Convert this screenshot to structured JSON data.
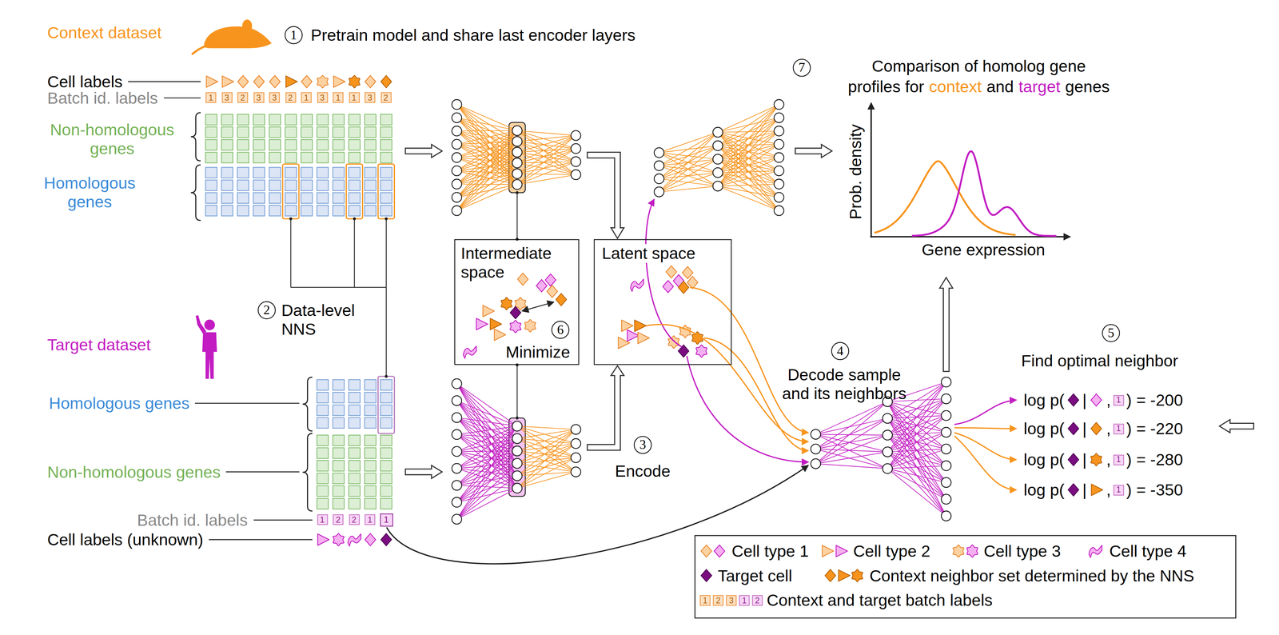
{
  "diagram": {
    "nodes": [
      {
        "text": [
          "1"
        ]
      },
      {
        "text": [
          "1"
        ]
      },
      {
        "text": [
          "3"
        ]
      },
      {
        "text": [
          "2"
        ]
      },
      {
        "text": [
          "3"
        ]
      },
      {
        "text": [
          "3"
        ]
      },
      {
        "text": [
          "2"
        ]
      },
      {
        "text": [
          "1"
        ]
      },
      {
        "text": [
          "3"
        ]
      },
      {
        "text": [
          "1"
        ]
      },
      {
        "text": [
          "1"
        ]
      },
      {
        "text": [
          "3"
        ]
      },
      {
        "text": [
          "2"
        ]
      },
      {
        "text": [
          "7"
        ]
      },
      {
        "text": [
          "Intermediate space",
          "Minimize"
        ]
      },
      {
        "text": [
          "6"
        ],
        "in": 14
      },
      {
        "text": [
          "Latent space"
        ]
      },
      {
        "text": [
          "2"
        ]
      },
      {
        "text": [
          "4"
        ]
      },
      {
        "text": [
          "5"
        ]
      },
      {
        "text": [
          "1"
        ]
      },
      {
        "text": [
          "1"
        ]
      },
      {
        "text": [
          "1"
        ]
      },
      {
        "text": [
          "1"
        ]
      },
      {
        "text": [
          "3"
        ]
      },
      {
        "text": [
          "1"
        ]
      },
      {
        "text": [
          "2"
        ]
      },
      {
        "text": [
          "2"
        ]
      },
      {
        "text": [
          "1"
        ]
      },
      {
        "text": [
          "1"
        ]
      },
      {
        "text": [
          "1"
        ]
      },
      {
        "text": [
          "2"
        ]
      },
      {
        "text": [
          "3"
        ]
      },
      {
        "text": [
          "1"
        ]
      },
      {
        "text": [
          "2"
        ]
      }
    ],
    "labels": [
      "Context dataset",
      "Pretrain model and share last encoder layers",
      "Cell labels",
      "Batch id. labels",
      "Non-homologous genes",
      "Homologous genes",
      "Data-level NNS",
      "Target dataset",
      "Homologous genes",
      "Non-homologous genes",
      "Batch id. labels",
      "Cell labels (unknown)",
      "Encode",
      "Decode sample and its neighbors",
      "Find optimal neighbor",
      "Comparison of homolog gene",
      "profiles for",
      "context",
      "and",
      "target",
      "genes",
      "Prob. density",
      "Gene expression",
      "log p(",
      "|",
      ",",
      ") = -200",
      "log p(",
      "|",
      ",",
      ") = -220",
      "log p(",
      "|",
      ",",
      ") = -280",
      "log p(",
      "|",
      ",",
      ") = -350"
    ],
    "legend": [
      {
        "text": "Cell type 1"
      },
      {
        "text": "Cell type 2"
      },
      {
        "text": "Cell type 3"
      },
      {
        "text": "Cell type 4"
      },
      {
        "text": "Target cell"
      },
      {
        "text": "Context neighbor set determined by the NNS"
      },
      {
        "text": "Context and target batch labels"
      }
    ]
  }
}
